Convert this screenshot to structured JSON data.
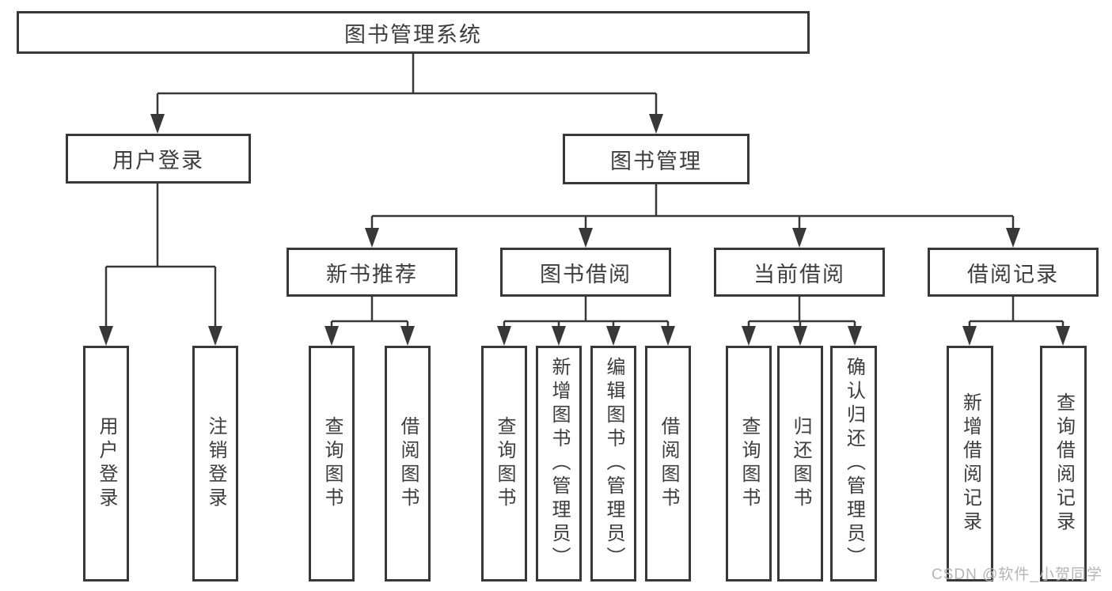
{
  "tree": {
    "label": "图书管理系统",
    "children": [
      {
        "label": "用户登录",
        "children": [
          {
            "label": "用户登录"
          },
          {
            "label": "注销登录"
          }
        ]
      },
      {
        "label": "图书管理",
        "children": [
          {
            "label": "新书推荐",
            "children": [
              {
                "label": "查询图书"
              },
              {
                "label": "借阅图书"
              }
            ]
          },
          {
            "label": "图书借阅",
            "children": [
              {
                "label": "查询图书"
              },
              {
                "label": "新增图书（管理员）"
              },
              {
                "label": "编辑图书（管理员）"
              },
              {
                "label": "借阅图书"
              }
            ]
          },
          {
            "label": "当前借阅",
            "children": [
              {
                "label": "查询图书"
              },
              {
                "label": "归还图书"
              },
              {
                "label": "确认归还（管理员）"
              }
            ]
          },
          {
            "label": "借阅记录",
            "children": [
              {
                "label": "新增借阅记录"
              },
              {
                "label": "查询借阅记录"
              }
            ]
          }
        ]
      }
    ]
  },
  "watermark": {
    "text": "CSDN @软件_小贺同学"
  },
  "colors": {
    "line": "#383838",
    "box_border": "#383838",
    "box_background": "#ffffff",
    "text": "#3d3d3d",
    "watermark": "#b5b5b5"
  }
}
